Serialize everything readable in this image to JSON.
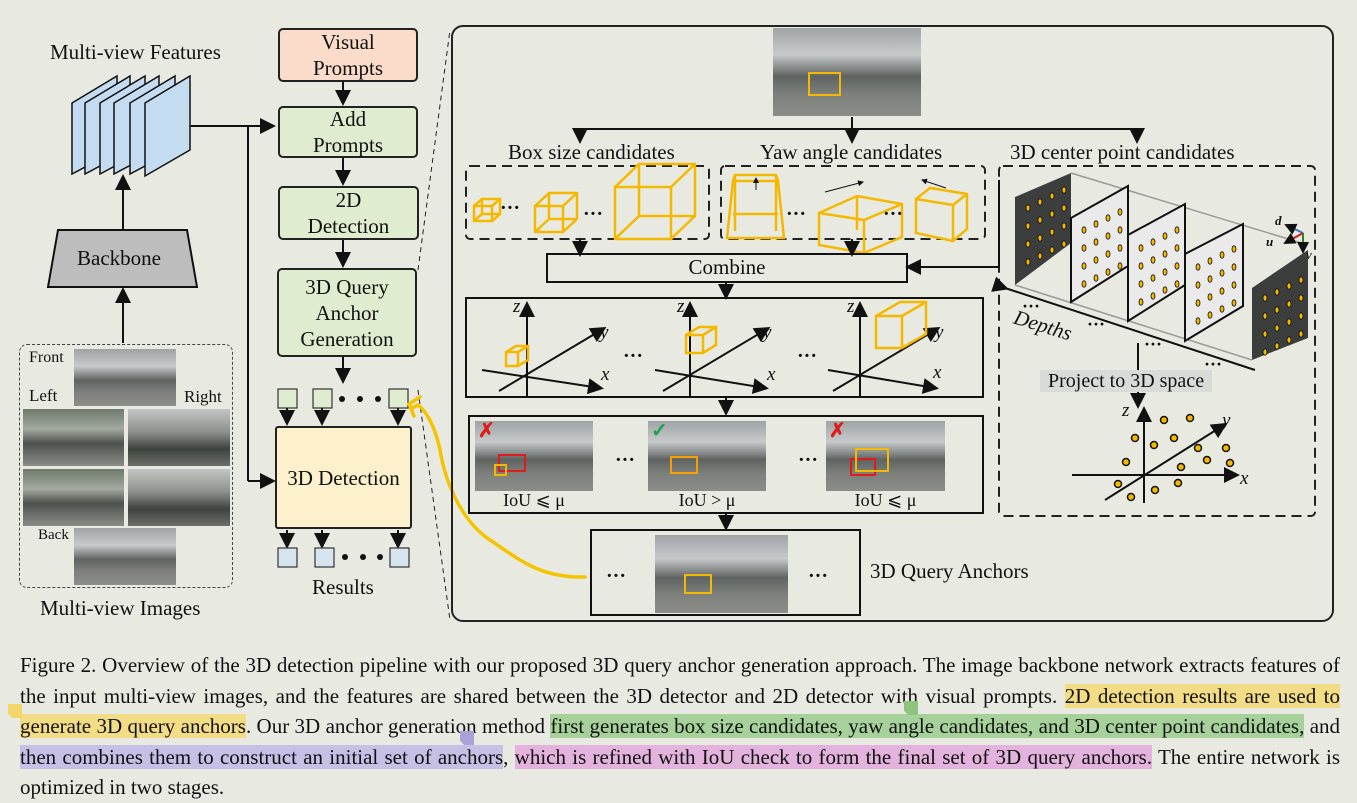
{
  "left": {
    "features_label": "Multi-view Features",
    "backbone_label": "Backbone",
    "images_label": "Multi-view Images",
    "views": [
      "Front",
      "Left",
      "Right",
      "Back"
    ]
  },
  "pipeline": {
    "visual_prompts": "Visual Prompts",
    "add_prompts": "Add Prompts",
    "detection_2d": "2D Detection",
    "anchor_gen": "3D Query Anchor Generation",
    "detection_3d": "3D Detection",
    "results": "Results",
    "colors": {
      "prompts": "#fbdcca",
      "green": "#dfeccf",
      "detection3d": "#fdf0cc",
      "query": "#dfeccf",
      "result": "#d6e4f0",
      "feature": "#c4dcf2",
      "backbone": "#bdbdbd",
      "highlight_arrow": "#f5c400"
    }
  },
  "right": {
    "box_size_title": "Box size candidates",
    "yaw_title": "Yaw angle candidates",
    "center_title": "3D center point candidates",
    "combine": "Combine",
    "depths": "Depths",
    "project": "Project to 3D space",
    "axis": {
      "x": "x",
      "y": "y",
      "z": "z",
      "d": "d",
      "u": "u",
      "v": "v"
    },
    "iou": [
      "IoU ⩽ μ",
      "IoU > μ",
      "IoU ⩽ μ"
    ],
    "iou_marks": [
      "✗",
      "✓",
      "✗"
    ],
    "query_anchors": "3D Query Anchors",
    "ellipsis": "• • •",
    "box_color": "#f5b800"
  },
  "caption": {
    "part1": "Figure 2. Overview of the 3D detection pipeline with our proposed 3D query anchor generation approach. The image backbone network extracts features of the input multi-view images, and the features are shared between the 3D detector and 2D detector with visual prompts. ",
    "hl_yellow": "2D detection results are used to generate 3D query anchors",
    "part2": ". Our 3D anchor generation method ",
    "hl_green": "first generates box size candidates, yaw angle candidates, and 3D center point candidates,",
    "part3": " and ",
    "hl_purple": "then combines them to construct an initial set of anchors",
    "part4": ", ",
    "hl_magenta": "which is refined with IoU check to form the final set of 3D query anchors.",
    "part5": " The entire network is optimized in two stages."
  }
}
